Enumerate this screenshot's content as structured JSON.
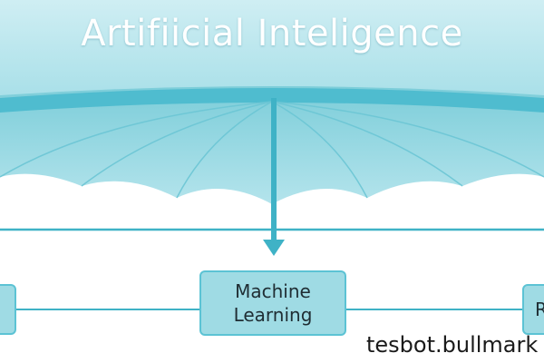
{
  "title": "Artifiicial Inteligence",
  "nodes": {
    "center": [
      "Machine",
      "Learning"
    ],
    "right_partial": "R"
  },
  "watermark": "tesbot.bullmark",
  "colors": {
    "umbrella_top": "#b8e6ee",
    "umbrella_canopy": "#8ed4df",
    "umbrella_rim": "#5cc3d4",
    "line": "#3fb2c6",
    "box_fill": "#9fdbe4",
    "box_border": "#5cc3d4"
  }
}
